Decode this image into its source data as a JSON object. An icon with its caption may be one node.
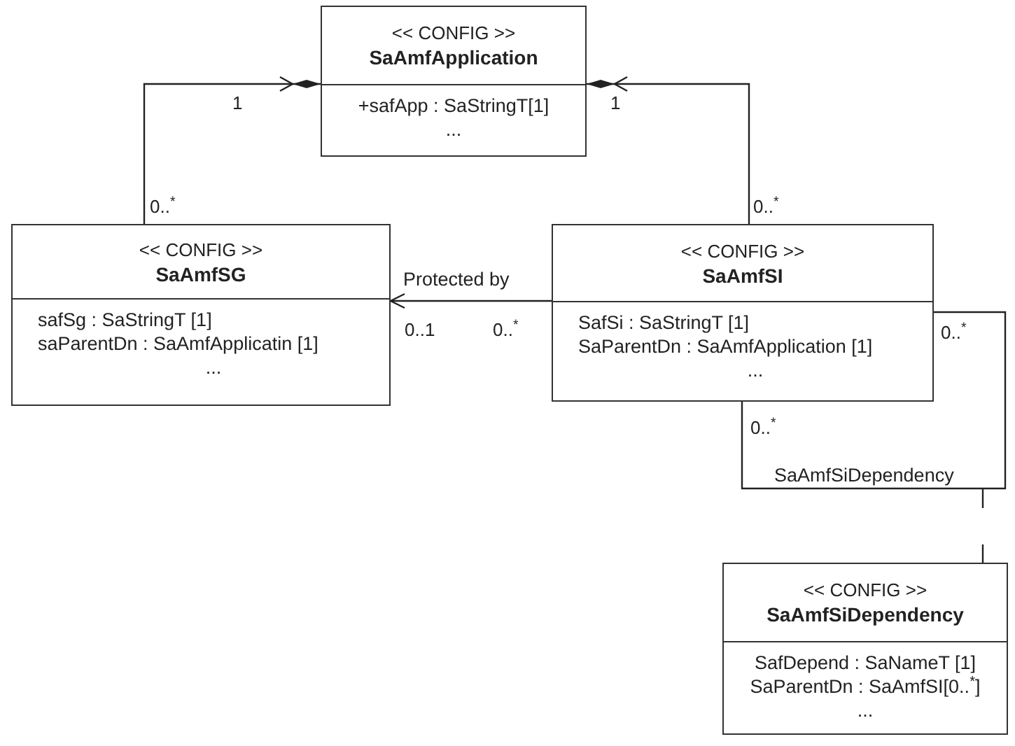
{
  "diagram": {
    "nodes": [
      {
        "text": [
          "<< CONFIG >>",
          "SaAmfApplication",
          "+safApp : SaStringT[1]",
          "..."
        ]
      },
      {
        "text": [
          "<< CONFIG >>",
          "SaAmfSG",
          "safSg : SaStringT [1]",
          "saParentDn : SaAmfApplicatin [1]",
          "..."
        ]
      },
      {
        "text": [
          "<< CONFIG >>",
          "SaAmfSI",
          "SafSi : SaStringT [1]",
          "SaParentDn : SaAmfApplication [1]",
          "..."
        ]
      },
      {
        "text": [
          "<< CONFIG >>",
          "SaAmfSiDependency",
          "SafDepend : SaNameT [1]",
          "SaParentDn : SaAmfSI[0..$^{*}$]",
          "..."
        ]
      }
    ],
    "edges": [
      {
        "from": 1,
        "to": 0,
        "arrow": "to"
      },
      {
        "from": 2,
        "to": 0,
        "arrow": "to"
      },
      {
        "from": 2,
        "to": 1,
        "arrow": "to",
        "label": "Protected by"
      },
      {
        "from": 2,
        "to": 2,
        "arrow": "none",
        "label": "SaAmfSiDependency"
      },
      {
        "from": null,
        "to": 3,
        "arrow": "none",
        "style": "dashed"
      }
    ],
    "labels": [
      "1",
      "1",
      "0..$^{*}$",
      "0..$^{*}$",
      "0..1",
      "0..$^{*}$",
      "0..$^{*}$",
      "0..$^{*}$"
    ]
  }
}
